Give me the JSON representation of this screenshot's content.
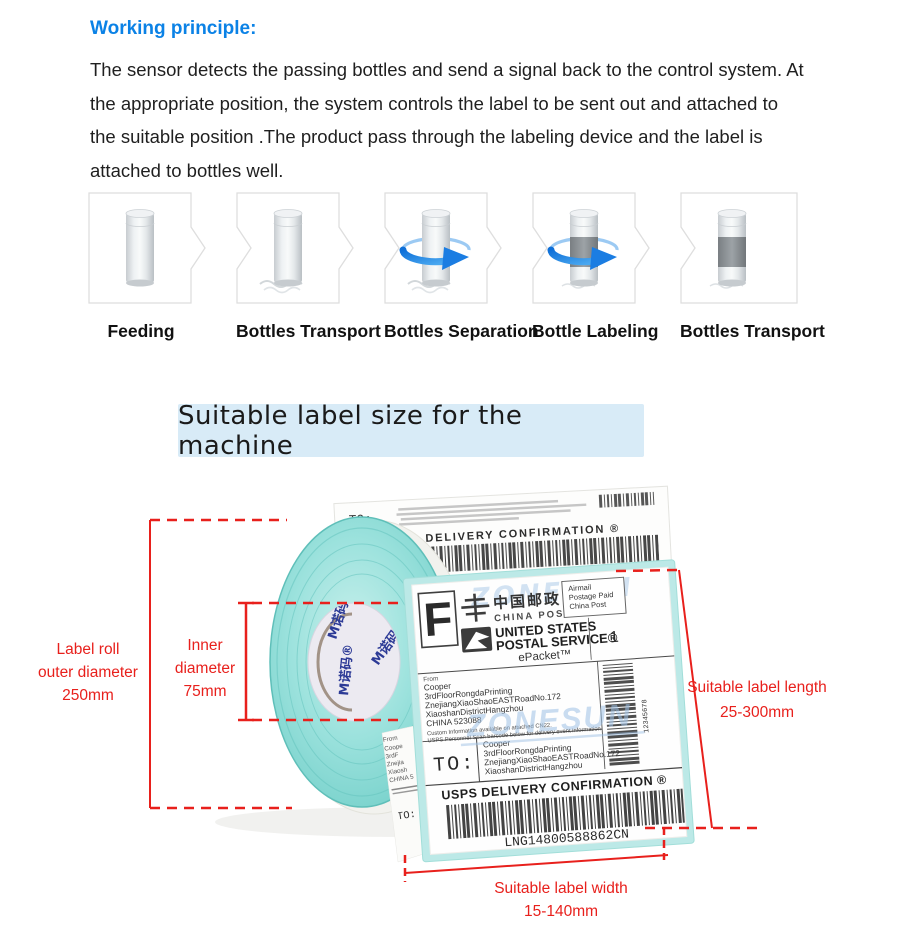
{
  "intro": {
    "heading": "Working principle:",
    "lines": [
      "The sensor detects the passing bottles and send a signal back to the control system. At",
      "the appropriate position, the system controls the label to be sent out and attached to",
      "the suitable position .The product pass through the labeling device and the label is",
      "attached to bottles well."
    ]
  },
  "steps": {
    "labels": [
      "Feeding",
      "Bottles Transport",
      "Bottles Separation",
      "Bottle Labeling",
      "Bottles Transport"
    ]
  },
  "banner": {
    "title": "Suitable label size for the machine"
  },
  "annotations": {
    "color": "#e8201c",
    "outer_diameter": {
      "lines": [
        "Label roll",
        "outer diameter",
        "250mm"
      ]
    },
    "inner_diameter": {
      "lines": [
        "Inner",
        "diameter",
        "75mm"
      ]
    },
    "label_length": {
      "lines": [
        "Suitable label length",
        "25-300mm"
      ]
    },
    "label_width": {
      "lines": [
        "Suitable label width",
        "15-140mm"
      ]
    }
  },
  "roll": {
    "core_brand": "M诺码®",
    "watermark": "ZONESUN",
    "top_label": {
      "to": "TO:",
      "confirmation": "USPS DELIVERY CONFIRMATION ®",
      "tracking": "LNG14800588862CN"
    },
    "front_label": {
      "f_mark": "F",
      "china_post_cn": "中国邮政",
      "china_post_en": "CHINA POST",
      "airmail": [
        "Airmail",
        "Postage Paid",
        "China Post"
      ],
      "usps_line1": "UNITED STATES",
      "usps_line2": "POSTAL SERVICE®",
      "quantity": "1",
      "service": "ePacket™",
      "from": "From",
      "sender": [
        "Cooper",
        "3rdFloorRongdaPrinting",
        "ZnejiangXiaoShaoEASTRoadNo.172",
        "XiaoshanDistrictHangzhou",
        "CHINA 523088"
      ],
      "customs1": "Custom Information available on attached CN22.",
      "customs2": "USPS Personnel Scan barcode below for delivery event information",
      "to": "TO:",
      "recipient": [
        "Cooper",
        "3rdFloorRongdaPrinting",
        "ZnejiangXiaoShaoEASTRoadNo.172",
        "XiaoshanDistrictHangzhou"
      ],
      "side_number": "12345678",
      "confirmation": "USPS DELIVERY CONFIRMATION ®",
      "tracking": "LNG14800588862CN"
    },
    "edge_strip": {
      "lines": [
        "From",
        "Coope",
        "3rdF",
        "Znejia",
        "Xiaosh",
        "CHINA 5"
      ],
      "to": "TO:"
    }
  }
}
